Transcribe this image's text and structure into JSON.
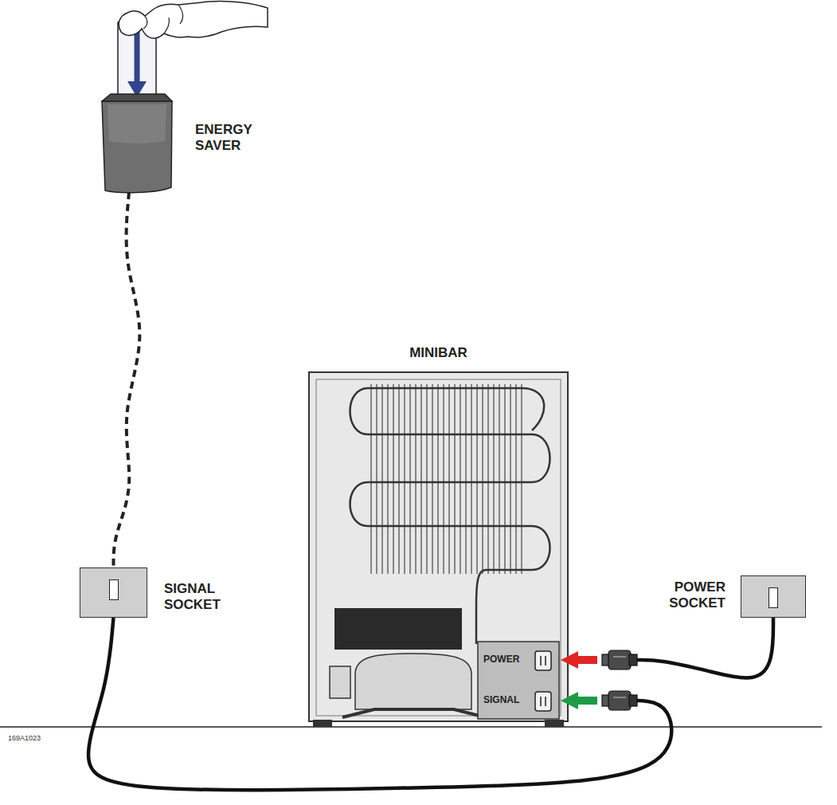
{
  "diagram": {
    "nodes": [
      {
        "text": [
          "ENERGY SAVER"
        ]
      },
      {
        "text": [
          "SIGNAL SOCKET"
        ]
      },
      {
        "text": [
          "MINIBAR"
        ]
      },
      {
        "text": [
          "POWER"
        ],
        "in": 2
      },
      {
        "text": [
          "SIGNAL"
        ],
        "in": 2
      },
      {
        "text": [
          "POWER SOCKET"
        ]
      }
    ],
    "edges": [
      {
        "from": 0,
        "to": 1,
        "arrow": "none"
      },
      {
        "from": 5,
        "to": 3,
        "arrow": "to"
      },
      {
        "from": 1,
        "to": 4,
        "arrow": "to"
      }
    ],
    "labels": [
      "169A1023"
    ]
  }
}
